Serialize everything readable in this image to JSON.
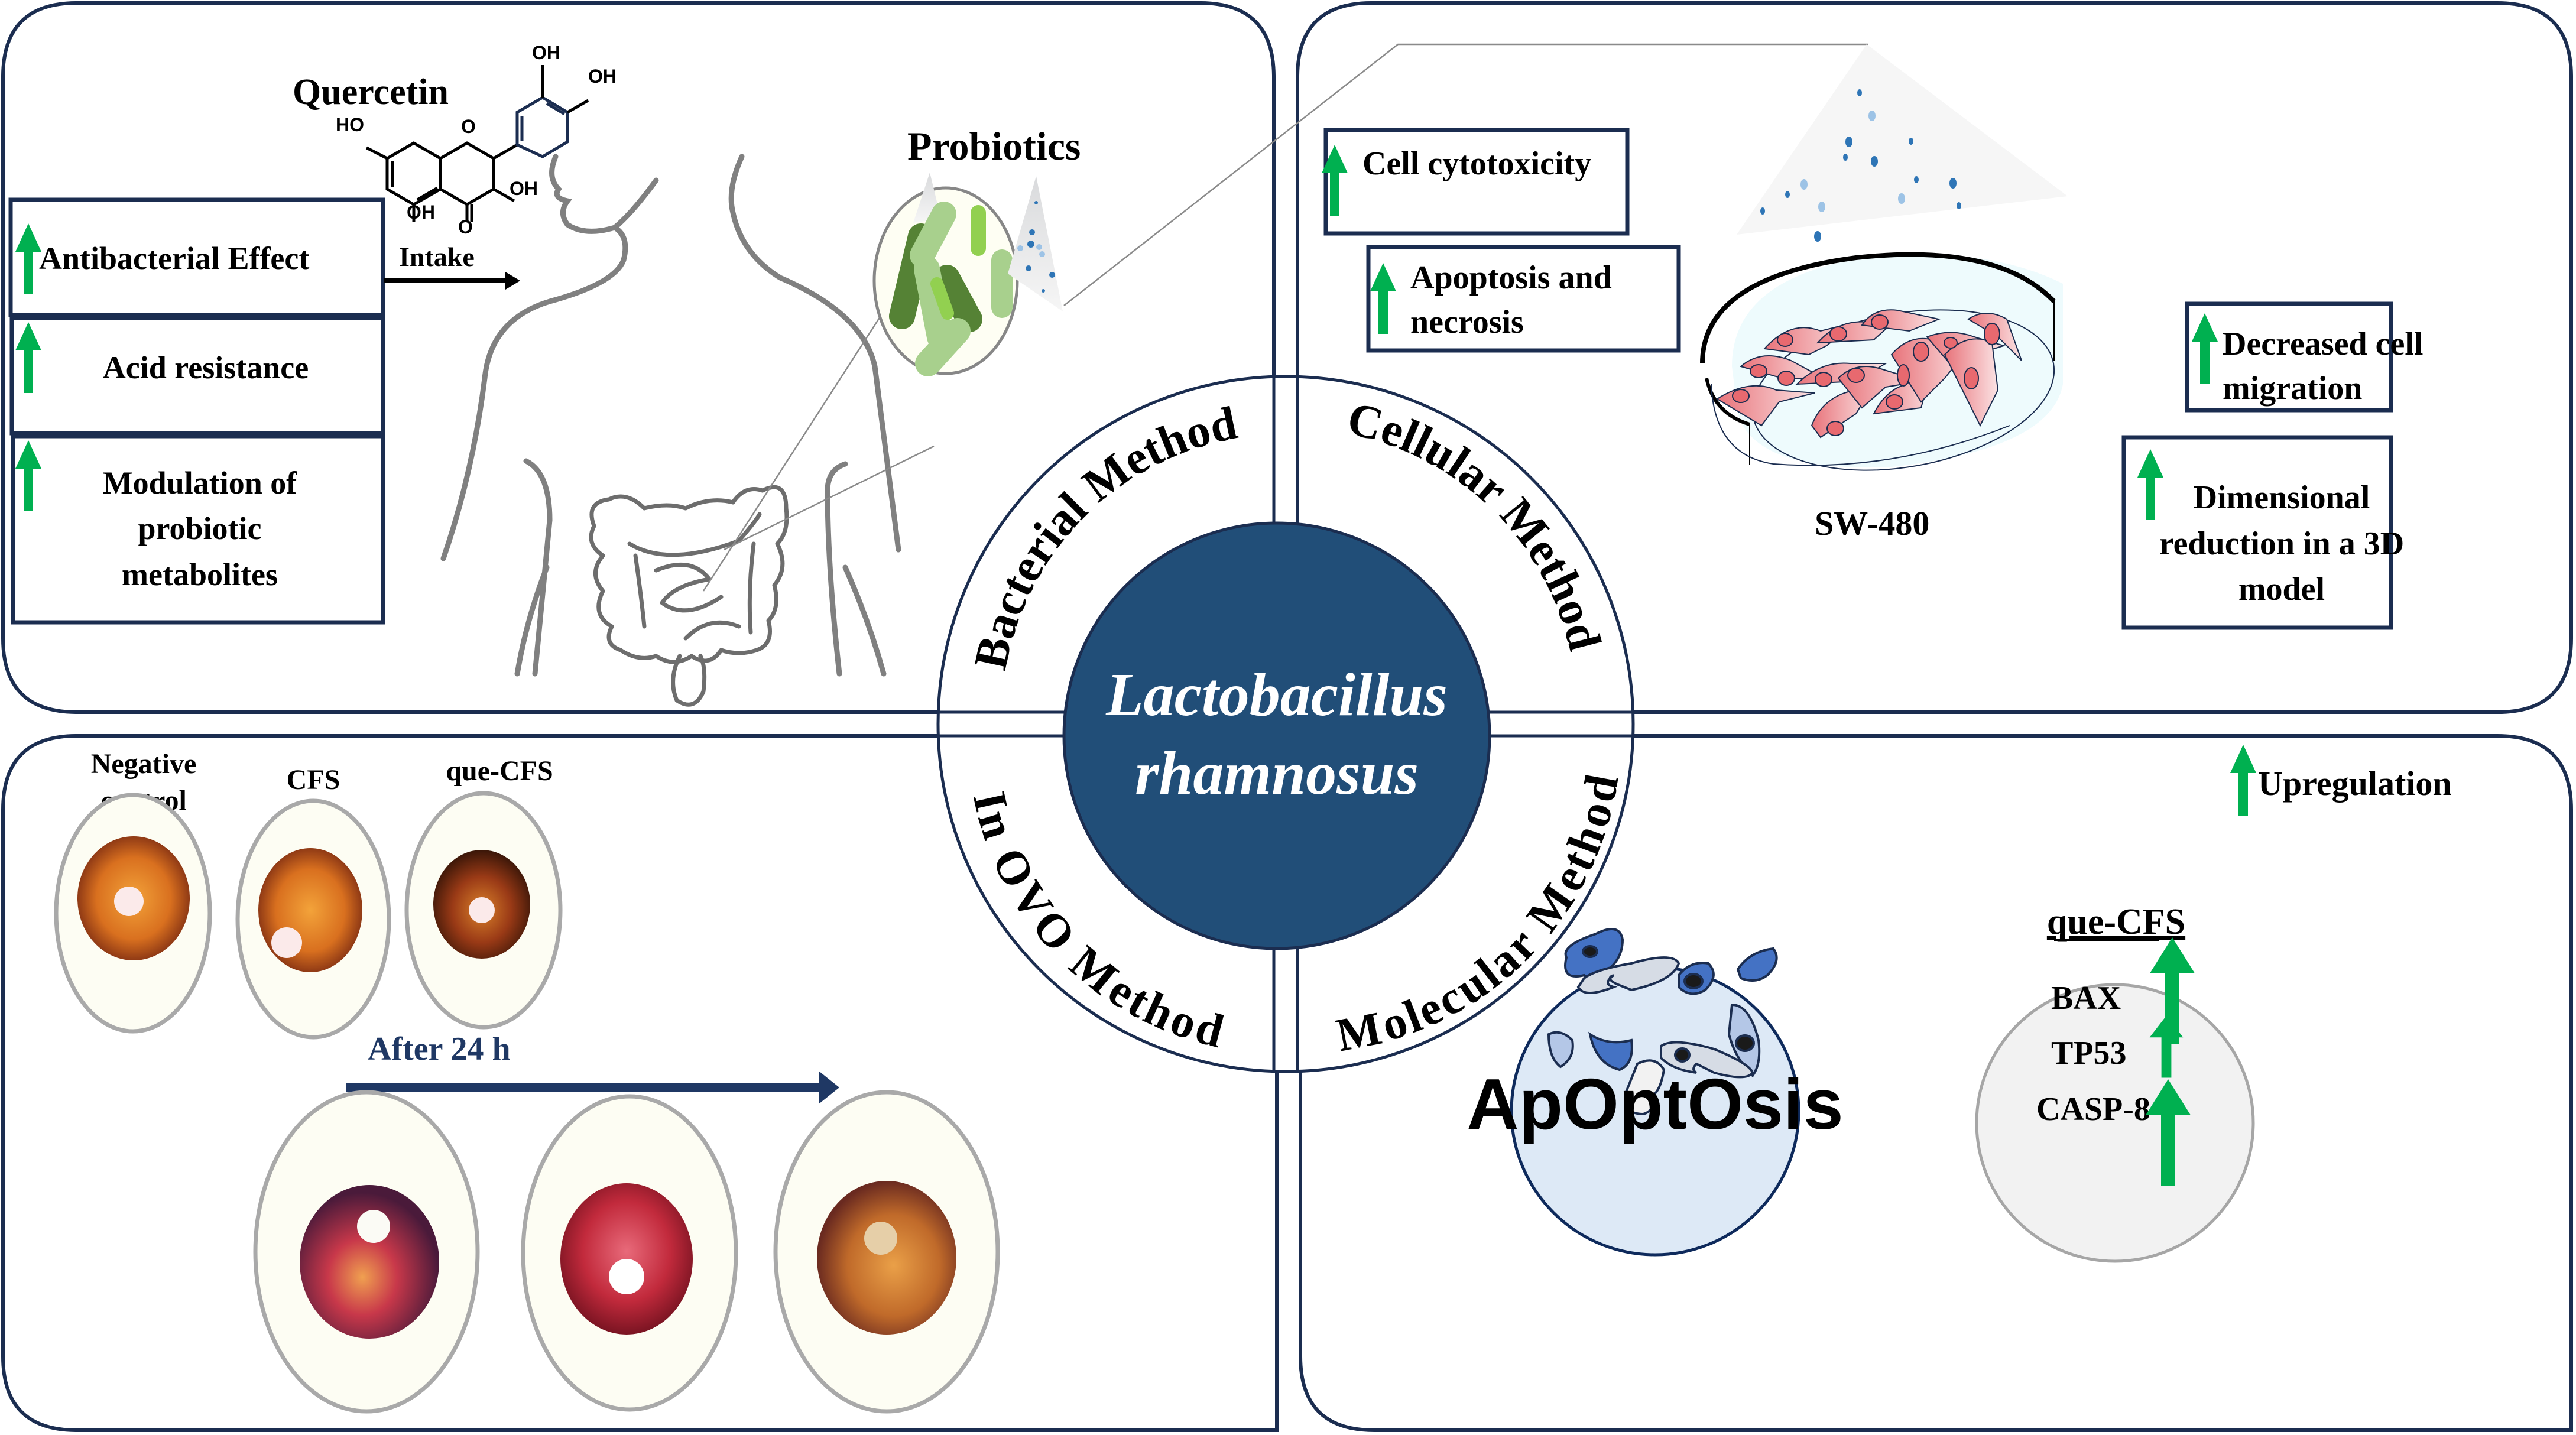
{
  "center": {
    "title_line1": "Lactobacillus",
    "title_line2": "rhamnosus",
    "methods": [
      {
        "id": "bacterial",
        "label": "Bacterial Method"
      },
      {
        "id": "cellular",
        "label": "Cellular Method"
      },
      {
        "id": "in-ovo",
        "label": "In OVO Method"
      },
      {
        "id": "molecular",
        "label": "Molecular Method"
      }
    ]
  },
  "bacterial_panel": {
    "compound_label": "Quercetin",
    "molecule_groups": [
      "OH",
      "OH",
      "HO",
      "OH",
      "OH",
      "O",
      "O"
    ],
    "intake_label": "Intake",
    "probiotics_label": "Probiotics",
    "effects": [
      {
        "label_lines": [
          "Antibacterial Effect"
        ],
        "direction": "up"
      },
      {
        "label_lines": [
          "Acid resistance"
        ],
        "direction": "up"
      },
      {
        "label_lines": [
          "Modulation of",
          "probiotic",
          "metabolites"
        ],
        "direction": "up"
      }
    ]
  },
  "cellular_panel": {
    "cell_line_label": "SW-480",
    "effects": [
      {
        "label_lines": [
          "Cell cytotoxicity"
        ],
        "direction": "up"
      },
      {
        "label_lines": [
          "Apoptosis and",
          "necrosis"
        ],
        "direction": "up"
      },
      {
        "label_lines": [
          "Decreased cell",
          "migration"
        ],
        "direction": "up"
      },
      {
        "label_lines": [
          "Dimensional",
          "reduction in a 3D",
          "model"
        ],
        "direction": "up"
      }
    ]
  },
  "in_ovo_panel": {
    "groups": [
      "Negative control",
      "CFS",
      "que-CFS"
    ],
    "group_label_lines": [
      [
        "Negative",
        "control"
      ],
      [
        "CFS"
      ],
      [
        "que-CFS"
      ]
    ],
    "time_label": "After 24 h"
  },
  "molecular_panel": {
    "legend_label": "Upregulation",
    "apoptosis_label": "ApOptOsis",
    "gene_panel_title": "que-CFS",
    "genes": [
      {
        "name": "BAX",
        "direction": "up"
      },
      {
        "name": "TP53",
        "direction": "up"
      },
      {
        "name": "CASP-8",
        "direction": "up"
      }
    ]
  },
  "colors": {
    "navy": "#1b2d50",
    "center_fill": "#214e78",
    "arrow_green": "#00b050",
    "egg_fill": "#fdfdf3",
    "gene_circle_fill": "#f2f2f2",
    "apoptosis_circle_fill": "#dde9f6",
    "after_24h_text": "#1f3864"
  }
}
